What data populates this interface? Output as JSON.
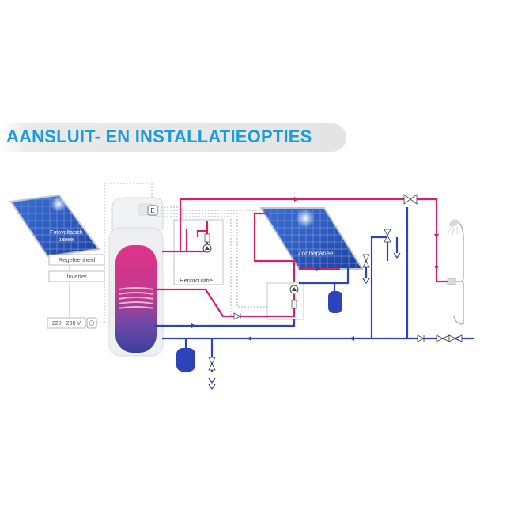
{
  "page": {
    "title": "AANSLUIT- EN INSTALLATIEOPTIES"
  },
  "labels": {
    "pv_panel_line1": "Fotovoltaïsch",
    "pv_panel_line2": "paneel",
    "regulator": "Regeleenheid",
    "inverter": "Inverter",
    "voltage": "220 - 230 V",
    "recirculation": "Hercirculatie",
    "solar_panel": "Zonnepaneel",
    "control_e": "E"
  },
  "colors": {
    "hot_pipe": "#d41f6b",
    "cold_pipe": "#2d43b8",
    "title": "#1d9cd8",
    "panel": "#2e58b8",
    "tank_hot": "#d8317a",
    "tank_cold": "#3a3f9c"
  },
  "icons": [
    "solar-panel-icon",
    "shower-icon",
    "pump-icon",
    "valve-icon",
    "expansion-vessel-icon",
    "socket-icon",
    "heat-pump-tank-icon"
  ]
}
